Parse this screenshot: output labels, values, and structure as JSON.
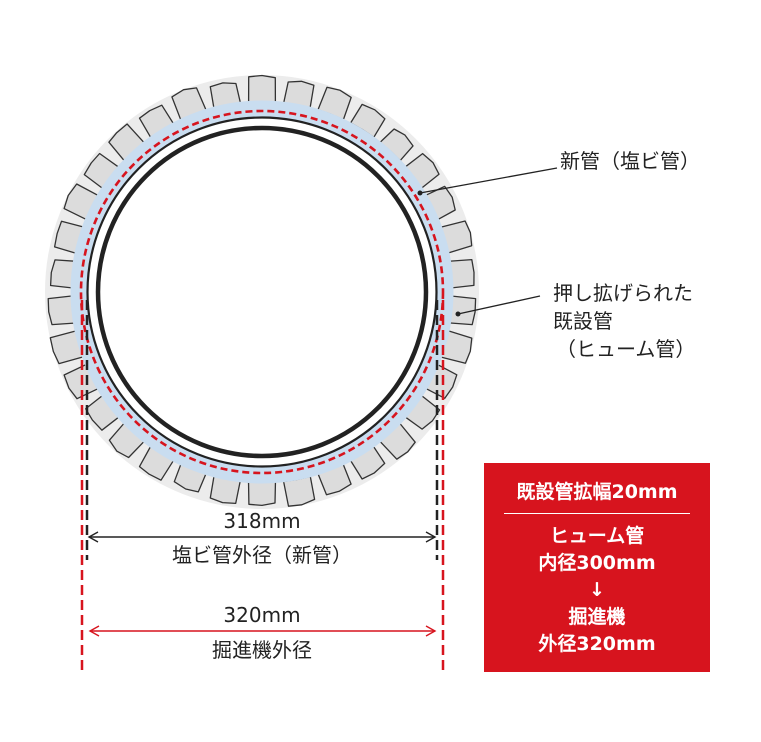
{
  "labels": {
    "new_pipe": "新管（塩ビ管）",
    "expanded_line1": "押し拡げられた",
    "expanded_line2": "既設管",
    "expanded_line3": "（ヒューム管）"
  },
  "dimensions": {
    "pvc": {
      "value": "318mm",
      "caption": "塩ビ管外径（新管）"
    },
    "machine": {
      "value": "320mm",
      "caption": "掘進機外径"
    }
  },
  "note_box": {
    "title": "既設管拡幅20mm",
    "lines": [
      "ヒューム管",
      "内径300mm",
      "↓",
      "掘進機",
      "外径320mm"
    ]
  },
  "colors": {
    "accent_red": "#d7141e",
    "pipe_blue": "#c9ddf0",
    "stone_gray": "#dcdcdc",
    "line_dark": "#222222"
  }
}
